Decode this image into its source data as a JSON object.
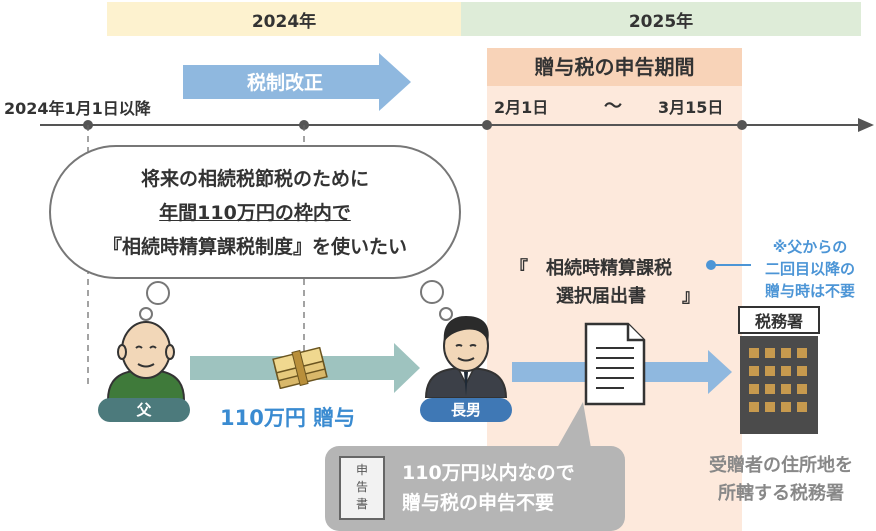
{
  "years": {
    "y2024": "2024年",
    "y2025": "2025年"
  },
  "reform_label": "税制改正",
  "filing_period": {
    "title": "贈与税の申告期間",
    "start": "2月1日",
    "tilde": "〜",
    "end": "3月15日"
  },
  "start_label": "2024年1月1日以降",
  "thought": {
    "line1": "将来の相続税節税のために",
    "line2": "年間110万円の枠内で",
    "line3": "『相続時精算課税制度』を使いたい"
  },
  "form": {
    "line1": "『　相続時精算課税",
    "line2": "選択届出書　　』"
  },
  "note": {
    "line1": "※父からの",
    "line2": "二回目以降の",
    "line3": "贈与時は不要"
  },
  "tax_office_sign": "税務署",
  "father_label": "父",
  "son_label": "長男",
  "gift_label": "110万円 贈与",
  "callout": {
    "line1": "110万円以内なので",
    "line2": "贈与税の申告不要",
    "doc_chars": [
      "申",
      "告",
      "書"
    ]
  },
  "office_caption": {
    "line1": "受贈者の住所地を",
    "line2": "所轄する税務署"
  },
  "colors": {
    "band_2024": "#fdf2cf",
    "band_2025": "#deecd8",
    "period_bg": "#fde9dc",
    "period_header": "#f8d3b8",
    "reform_arrow": "#8fb8df",
    "flow_arrow": "#9ec3bf",
    "father_badge": "#4c7a7c",
    "son_badge": "#3f78b5",
    "accent_blue": "#3a8bd1",
    "note_blue": "#4c95d6",
    "callout_gray": "#b5b5b5",
    "timeline": "#555555"
  }
}
